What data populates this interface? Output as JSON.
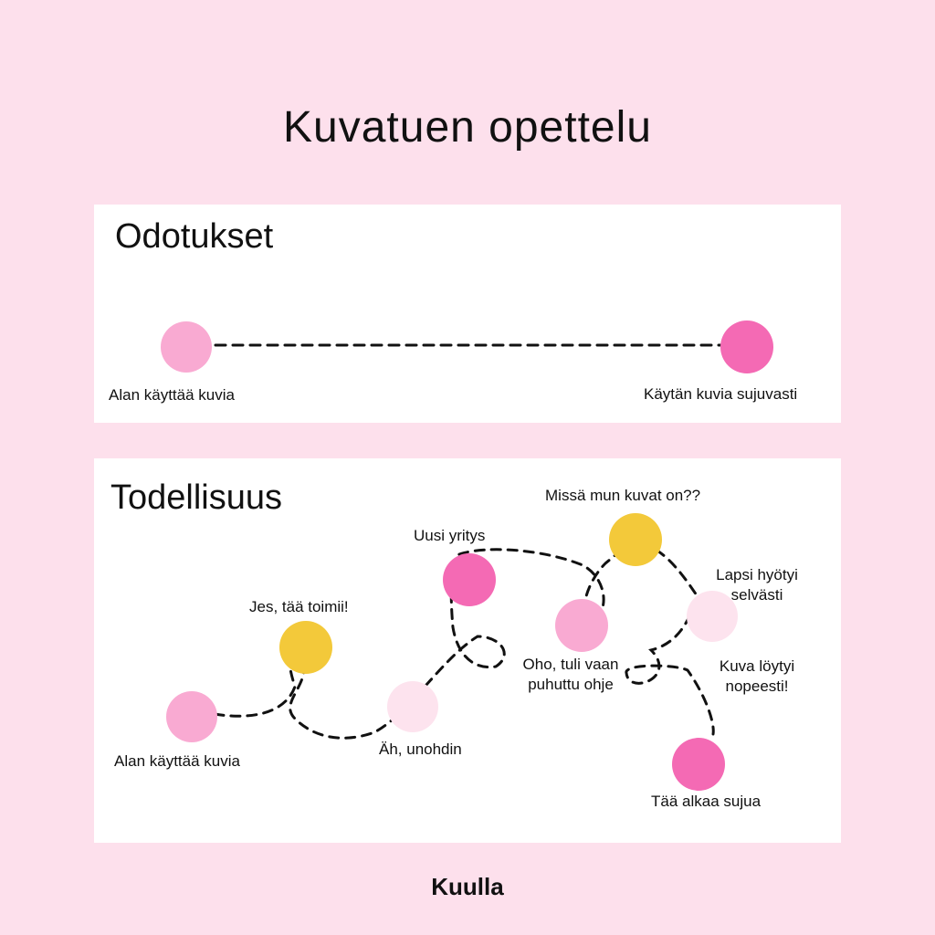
{
  "title": "Kuvatuen opettelu",
  "expectations": {
    "heading": "Odotukset",
    "start_label": "Alan käyttää kuvia",
    "end_label": "Käytän kuvia sujuvasti"
  },
  "reality": {
    "heading": "Todellisuus",
    "steps": [
      {
        "label": "Alan käyttää kuvia"
      },
      {
        "label": "Jes, tää toimii!"
      },
      {
        "label": "Äh, unohdin"
      },
      {
        "label": "Uusi yritys"
      },
      {
        "label": "Oho, tuli vaan puhuttu ohje"
      },
      {
        "label": "Missä mun kuvat on??"
      },
      {
        "label": "Lapsi hyötyi selvästi"
      },
      {
        "label": "Kuva löytyi nopeesti!"
      },
      {
        "label": "Tää alkaa sujua"
      }
    ]
  },
  "colors": {
    "background": "#fde0ec",
    "light_pink": "#f9aad2",
    "pale_pink": "#fde3ee",
    "hot_pink": "#f46ab4",
    "yellow": "#f3c93a"
  },
  "brand": "Kuulla"
}
